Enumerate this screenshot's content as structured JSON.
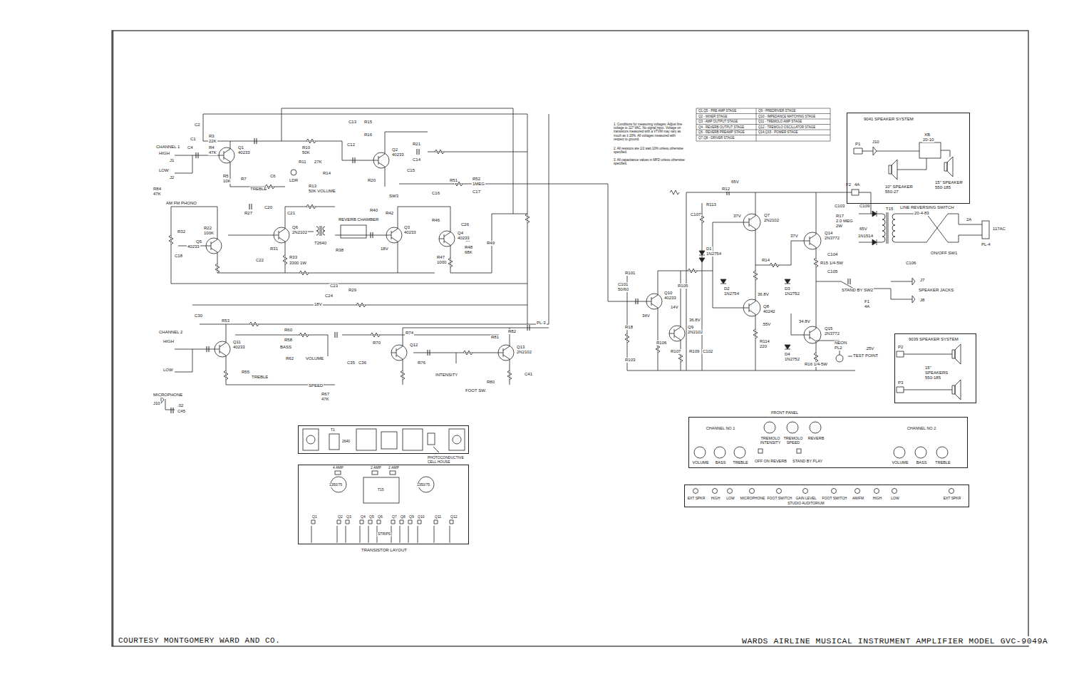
{
  "diagram": {
    "title": "WARDS AIRLINE MUSICAL INSTRUMENT AMPLIFIER MODEL GVC-9049A",
    "nodes": [
      {
        "text": [
          "9041 SPEAKER SYSTEM",
          "P1",
          "J10",
          "XB",
          "20-10",
          "10\" SPEAKER 550-27",
          "15\" SPEAKER 550-185"
        ]
      },
      {
        "text": [
          "9039 SPEAKER SYSTEM",
          "P2",
          "15\" SPEAKERS 550-185",
          "P3"
        ]
      },
      {
        "text": [
          "FRONT PANEL",
          "CHANNEL NO.1",
          "TREMOLO INTENSITY",
          "TREMOLO SPEED",
          "REVERB",
          "CHANNEL NO.2",
          "VOLUME",
          "BASS",
          "TREBLE",
          "OFF ON REVERB",
          "STAND BY PLAY",
          "VOLUME",
          "BASS",
          "TREBLE"
        ]
      },
      {
        "text": [
          "T1",
          "2640",
          "PHOTOCONDUCTIVE CELL HOUSE"
        ]
      },
      {
        "text": [
          "4 AMP",
          "2 AMP",
          "2 AMP",
          "1350/75",
          "T15",
          "1350/75",
          "Q1",
          "Q2",
          "Q3",
          "Q4",
          "Q5",
          "Q6",
          "Q7",
          "Q8",
          "Q9",
          "Q10",
          "Q11",
          "Q12",
          "STRIPS",
          "TRANSISTOR LAYOUT"
        ]
      },
      {
        "text": [
          "EXT SPKR",
          "HIGH",
          "LOW",
          "MICROPHONE",
          "FOOT SWITCH",
          "GAIN LEVEL",
          "STUDIO AUDITORIUM",
          "FOOT SWITCH",
          "AM/FM",
          "HIGH",
          "LOW",
          "EXT SPKR"
        ]
      }
    ],
    "labels": [
      "COURTESY MONTGOMERY WARD AND CO.",
      "1. Conditions for measuring voltages: Adjust line voltage to 117 VAC. No signal input. Voltage on transistors measured with a VTVM may vary as much as ± 20%. All voltages measured with respect to ground.",
      "2. All resistors are 1/2 watt 10% unless otherwise specified.",
      "3. All capacitance values in MFD unless otherwise specified.",
      "Q1,Q5 - PRE AMP STAGE",
      "Q9 - PREDRIVER STAGE",
      "Q2 - MIXER STAGE",
      "Q10 - IMPEDANCE MATCHING STAGE",
      "Q3 - AMP OUTPUT STAGE",
      "Q11 - TREMOLO AMP STAGE",
      "Q4 - REVERB OUTPUT STAGE",
      "Q12 - TREMOLO OSCILLATOR STAGE",
      "Q6 - REVERB PREAMP STAGE",
      "Q14,Q15 - POWER STAGE",
      "Q7,Q8 - DRIVER STAGE",
      "CHANNEL 1",
      "HIGH",
      "J1",
      "LOW",
      "J2",
      "R84",
      "47K",
      "AM FM PHONO",
      "C2",
      "C1",
      "C4",
      "R3",
      "22K",
      "R4",
      "47K",
      "Q1",
      "40233",
      "R5",
      "10K",
      "R7",
      "TREBLE",
      "C6",
      "R10",
      "50K",
      "R11",
      "27K",
      "LDR",
      "R14",
      "R13",
      "50K VOLUME",
      "C12",
      "C13",
      "R15",
      "R16",
      "Q2",
      "40233",
      "R20",
      "SW3",
      "R21",
      "C14",
      "C15",
      "C16",
      "R51",
      "R52",
      "1MEG",
      "C17",
      "R22",
      "100K",
      "Q5",
      "40233",
      "R32",
      "C18",
      "R27",
      "C20",
      "C21",
      "Q6",
      "2N2102",
      "R31",
      "C22",
      "R33",
      "3300 1W",
      "T2640",
      "REVERB CHAMBER",
      "R38",
      "R40",
      "R42",
      "Q3",
      "40233",
      "18V",
      "R46",
      "C26",
      "Q4",
      "40233",
      "R48",
      "68K",
      "R49",
      "R47",
      "1000",
      "C23",
      "R29",
      "C24",
      "18V",
      "CHANNEL 2",
      "HIGH",
      "LOW",
      "MICROPHONE",
      "J10",
      ".02",
      "C45",
      "C30",
      "R53",
      "Q11",
      "40233",
      "R55",
      "TREBLE",
      "R60",
      "R58",
      "BASS",
      "R62",
      "VOLUME",
      "SPEED",
      "C35",
      "C36",
      "R67",
      "47K",
      "R70",
      "Q12",
      "R74",
      "R76",
      "INTENSITY",
      "FOOT SW.",
      "R80",
      "R81",
      "R82",
      "Q13",
      "2N2102",
      "PL-3",
      "C41",
      "65V",
      "R12",
      "F2",
      "4A",
      "C107",
      "R113",
      "37V",
      "Q7",
      "2N2102",
      "D1",
      "1N2754",
      "37V",
      "Q14",
      "2N3772",
      "R14",
      "C103",
      "R17",
      "2.0 MEG",
      "2W",
      "C109",
      "65V",
      "1N1514",
      "T15",
      "C104",
      "R15 1/4-5W",
      "C105",
      "D2",
      "1N2754",
      "36.8V",
      "D3",
      "1N2752",
      "STAND BY SW2",
      "F1",
      "4A",
      "LINE REVERSING SWITCH",
      "20-4-83",
      "2A",
      "117AC",
      "PL-4",
      "ON/OFF SW1",
      "C106",
      "SPEAKER JACKS",
      "J7",
      "J8",
      "R101",
      "C101",
      "50/60",
      "Q10",
      "40233",
      "R105",
      "34V",
      "14V",
      "Q9",
      "2N2102",
      "36.8V",
      "R18",
      "R106",
      "R107",
      "R109",
      "C102",
      "R103",
      "Q8",
      "40242",
      ".55V",
      "R114",
      "220",
      "34.8V",
      "Q15",
      "2N3772",
      "NEON",
      "PL2",
      "TEST POINT",
      ".25V",
      "D4",
      "1N2752",
      "R16 1/4-5W"
    ]
  }
}
